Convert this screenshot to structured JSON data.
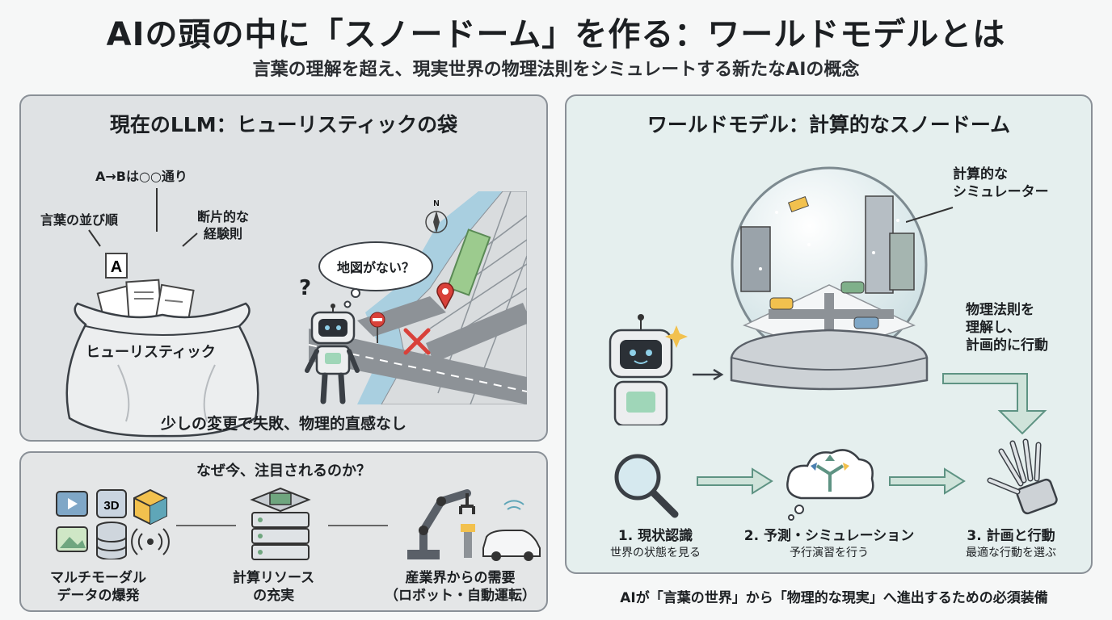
{
  "header": {
    "title": "AIの頭の中に「スノードーム」を作る：ワールドモデルとは",
    "subtitle": "言葉の理解を超え、現実世界の物理法則をシミュレートする新たなAIの概念"
  },
  "llm_panel": {
    "title": "現在のLLM：ヒューリスティックの袋",
    "label_rule": "A→Bは○○通り",
    "label_word_order": "言葉の並び順",
    "label_fragment_line1": "断片的な",
    "label_fragment_line2": "経験則",
    "bag_label": "ヒューリスティック",
    "bag_card_letter": "A",
    "robot_question": "地図がない？",
    "compass_n": "N",
    "caption": "少しの変更で失敗、物理的直感なし"
  },
  "why_panel": {
    "title": "なぜ今、注目されるのか？",
    "item1_line1": "マルチモーダル",
    "item1_line2": "データの爆発",
    "item1_icon_text": "3D",
    "item2_line1": "計算リソース",
    "item2_line2": "の充実",
    "item3_line1": "産業界からの需要",
    "item3_line2": "（ロボット・自動運転）"
  },
  "wm_panel": {
    "title": "ワールドモデル：計算的なスノードーム",
    "simulator_line1": "計算的な",
    "simulator_line2": "シミュレーター",
    "physics_line1": "物理法則を",
    "physics_line2": "理解し、",
    "physics_line3": "計画的に行動",
    "step1_title": "1. 現状認識",
    "step1_desc": "世界の状態を見る",
    "step2_title": "2. 予測・シミュレーション",
    "step2_desc": "予行演習を行う",
    "step3_title": "3. 計画と行動",
    "step3_desc": "最適な行動を選ぶ"
  },
  "footer": {
    "text": "AIが「言葉の世界」から「物理的な現実」へ進出するための必須装備"
  },
  "colors": {
    "accent_green": "#6fa67f",
    "arrow_teal": "#5e9383",
    "error_red": "#d9413a",
    "map_blue": "#a9cfe0"
  }
}
